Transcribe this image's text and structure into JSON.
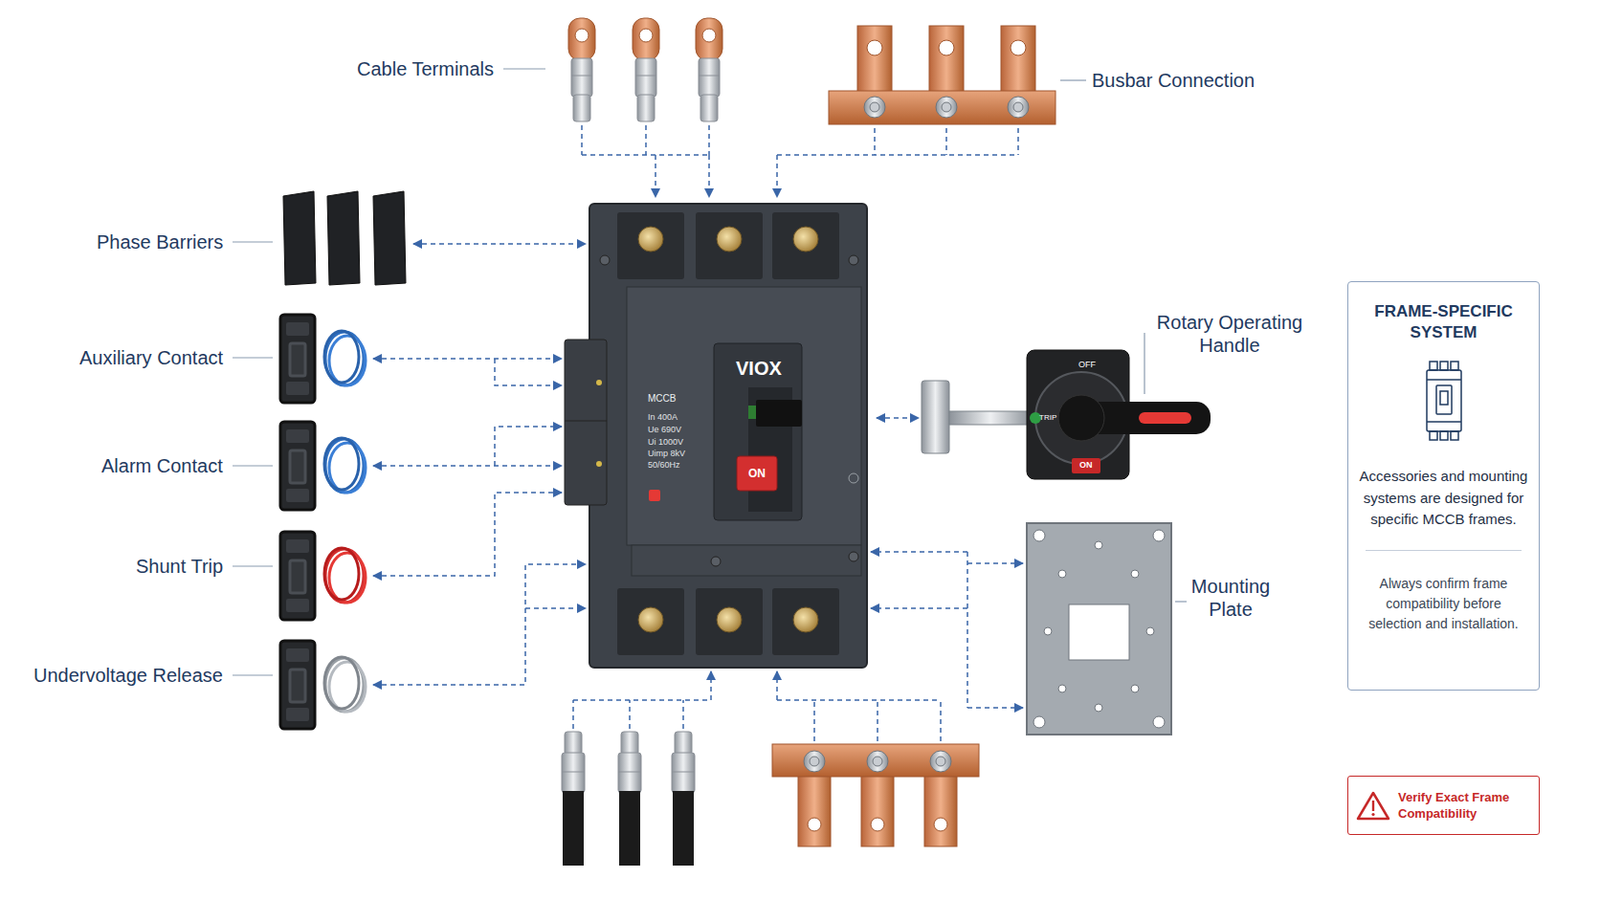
{
  "diagram": {
    "nodes": [
      {
        "text": [
          "FRAME-SPECIFIC SYSTEM",
          "Accessories and mounting systems are designed for specific MCCB frames.",
          "Always confirm frame compatibility before selection and installation."
        ]
      },
      {
        "text": [
          "Verify Exact Frame Compatibility"
        ]
      }
    ],
    "labels": [
      "Cable Terminals",
      "Busbar Connection",
      "Phase Barriers",
      "Auxiliary Contact",
      "VIOX",
      "MCCB",
      "In 400A",
      "Ue 690V",
      "Ui 1000V",
      "Uimp 8kV",
      "50/60Hz",
      "ON",
      "Rotary Operating Handle",
      "OFF",
      "TRIP",
      "ON",
      "Alarm Contact",
      "Shunt Trip",
      "Mounting Plate",
      "Undervoltage Release"
    ]
  }
}
